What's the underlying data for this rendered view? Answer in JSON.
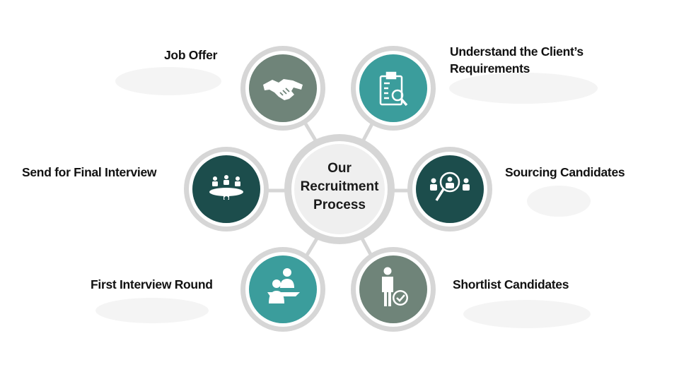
{
  "center": {
    "title_line1": "Our",
    "title_line2": "Recruitment",
    "title_line3": "Process"
  },
  "steps": [
    {
      "label": "Job Offer",
      "icon": "handshake-icon",
      "color": "#6f8479"
    },
    {
      "label_line1": "Understand the Client’s",
      "label_line2": "Requirements",
      "icon": "clipboard-search-icon",
      "color": "#3b9d9c"
    },
    {
      "label": "Sourcing Candidates",
      "icon": "people-search-icon",
      "color": "#1c4d4c"
    },
    {
      "label": "Shortlist Candidates",
      "icon": "person-check-icon",
      "color": "#6f8479"
    },
    {
      "label": "First Interview Round",
      "icon": "interview-icon",
      "color": "#3b9d9c"
    },
    {
      "label": "Send for Final Interview",
      "icon": "meeting-table-icon",
      "color": "#1c4d4c"
    }
  ],
  "colors": {
    "ring": "#d6d6d6",
    "center_fill": "#efefef",
    "connector": "#d6d6d6"
  }
}
